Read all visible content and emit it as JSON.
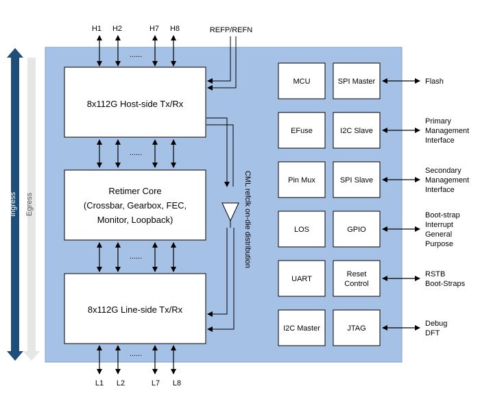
{
  "colors": {
    "panel": "#a6c1e6",
    "panel_border": "#7aa4d8",
    "ingress_arrow": "#1f4e79",
    "egress_arrow": "#e6e6e6",
    "box_fill": "#ffffff",
    "line": "#000000"
  },
  "side_arrows": {
    "ingress_label": "Ingress",
    "egress_label": "Egress"
  },
  "host_ports": [
    "H1",
    "H2",
    "H7",
    "H8"
  ],
  "line_ports": [
    "L1",
    "L2",
    "L7",
    "L8"
  ],
  "ellipsis": "......",
  "refclk_input": "REFP/REFN",
  "distribution_label": "CML refclk on-die distribution",
  "host_block": {
    "label": "8x112G Host-side Tx/Rx"
  },
  "retimer_block": {
    "line1": "Retimer Core",
    "line2": "(Crossbar, Gearbox, FEC,",
    "line3": "Monitor, Loopback)"
  },
  "line_block": {
    "label": "8x112G Line-side Tx/Rx"
  },
  "peripherals": [
    {
      "left": "MCU",
      "right": "SPI Master",
      "ext": [
        "Flash"
      ]
    },
    {
      "left": "EFuse",
      "right": "I2C Slave",
      "ext": [
        "Primary",
        "Management",
        "Interface"
      ]
    },
    {
      "left": "Pin Mux",
      "right": "SPI Slave",
      "ext": [
        "Secondary",
        "Management",
        "Interface"
      ]
    },
    {
      "left": "LOS",
      "right": "GPIO",
      "ext": [
        "Boot-strap",
        "Interrupt",
        "General",
        "Purpose"
      ]
    },
    {
      "left": "UART",
      "right": "Reset Control",
      "ext": [
        "RSTB",
        "Boot-Straps"
      ]
    },
    {
      "left": "I2C Master",
      "right": "JTAG",
      "ext": [
        "Debug",
        "DFT"
      ]
    }
  ]
}
